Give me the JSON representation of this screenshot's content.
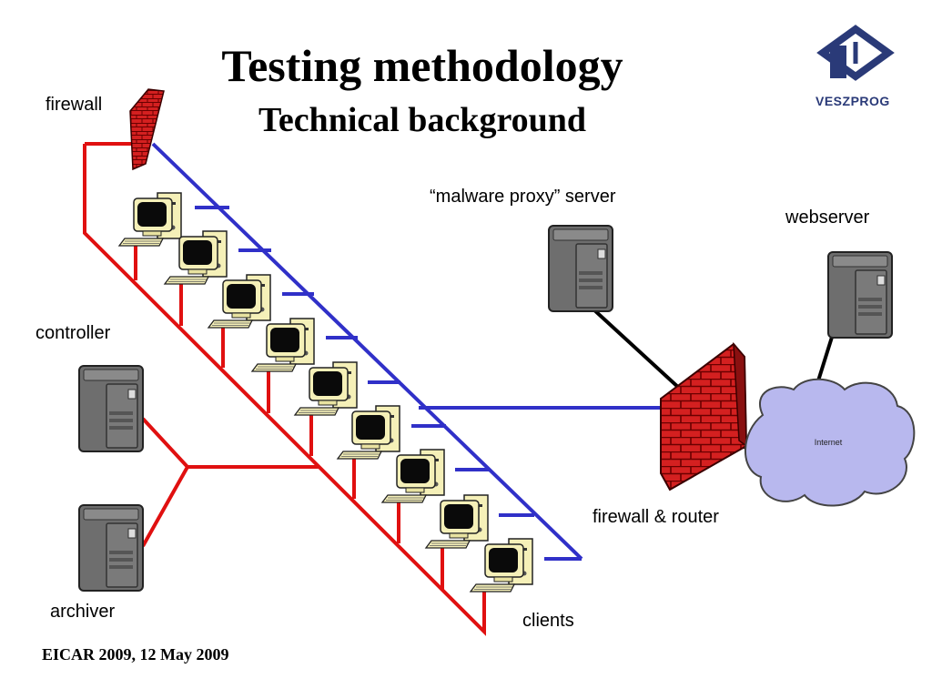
{
  "title": "Testing methodology",
  "subtitle": "Technical background",
  "footer": "EICAR 2009, 12 May 2009",
  "logo": {
    "name": "VESZPROG",
    "color": "#2a3a78"
  },
  "labels": {
    "firewall": "firewall",
    "controller": "controller",
    "archiver": "archiver",
    "clients": "clients",
    "proxy": "“malware proxy” server",
    "webserver": "webserver",
    "router": "firewall & router",
    "internet": "Internet"
  },
  "colors": {
    "red_link": "#e01010",
    "blue_link": "#3030c8",
    "black_link": "#000000",
    "cloud": "#b8b8ee",
    "brick": "#d42020"
  },
  "icons": [
    "server-icon",
    "desktop-computer-icon",
    "firewall-brick-wall-icon",
    "internet-cloud-icon",
    "veszprog-logo-icon"
  ]
}
